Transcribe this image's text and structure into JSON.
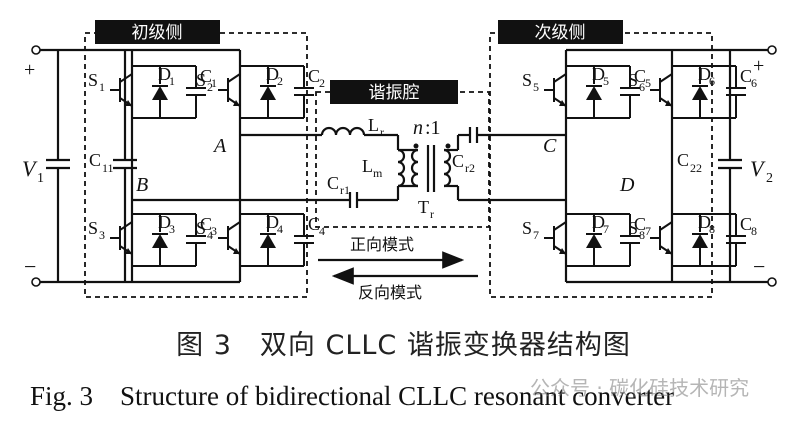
{
  "blocks": {
    "primary": "初级侧",
    "resonant": "谐振腔",
    "secondary": "次级侧"
  },
  "switches": [
    "S",
    "S",
    "S",
    "S",
    "S",
    "S",
    "S",
    "S"
  ],
  "switch_subs": [
    "1",
    "2",
    "3",
    "4",
    "5",
    "6",
    "7",
    "8"
  ],
  "diodes": [
    "D",
    "D",
    "D",
    "D",
    "D",
    "D",
    "D",
    "D"
  ],
  "diode_subs": [
    "1",
    "2",
    "3",
    "4",
    "5",
    "6",
    "7",
    "8"
  ],
  "caps": [
    "C",
    "C",
    "C",
    "C",
    "C",
    "C",
    "C",
    "C"
  ],
  "cap_subs": [
    "1",
    "2",
    "3",
    "4",
    "5",
    "6",
    "7",
    "8"
  ],
  "nodes": {
    "a": "A",
    "b": "B",
    "c": "C",
    "d": "D"
  },
  "sources": {
    "v1": "V",
    "v1_sub": "1",
    "v2": "V",
    "v2_sub": "2",
    "plus": "+",
    "minus": "−"
  },
  "bus_caps": {
    "c11": "C",
    "c11_sub": "11",
    "c22": "C",
    "c22_sub": "22"
  },
  "resonant_parts": {
    "lr": "L",
    "lr_sub": "r",
    "lm": "L",
    "lm_sub": "m",
    "cr1": "C",
    "cr1_sub": "r1",
    "cr2": "C",
    "cr2_sub": "r2",
    "tr": "T",
    "tr_sub": "r",
    "ratio_n": "n",
    "ratio_rest": ":1"
  },
  "modes": {
    "forward": "正向模式",
    "reverse": "反向模式"
  },
  "caption_cn": "图 3　双向 CLLC 谐振变换器结构图",
  "caption_en": "Fig. 3　Structure of bidirectional CLLC resonant converter",
  "watermark": "公众号 · 碳化硅技术研究"
}
